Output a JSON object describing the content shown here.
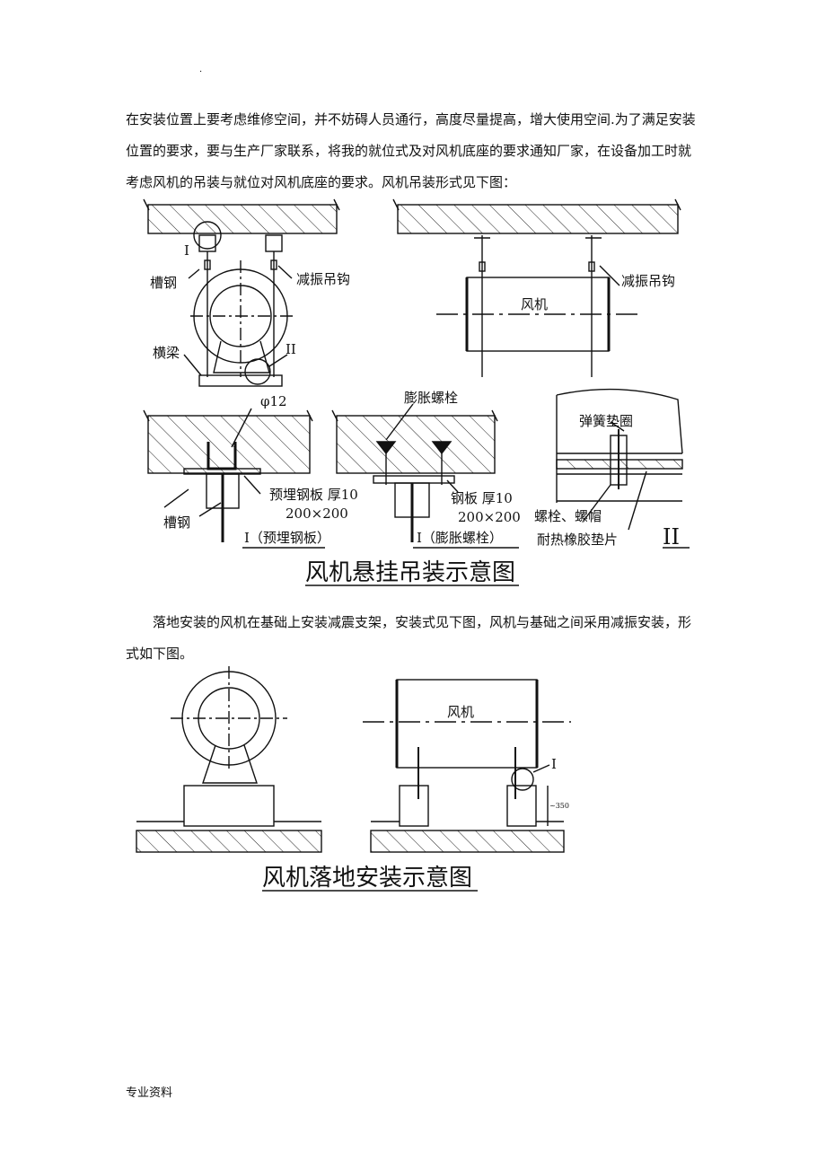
{
  "page": {
    "dot": ".",
    "paragraph1": "在安装位置上要考虑维修空间，并不妨碍人员通行，高度尽量提高，增大使用空间.为了满足安装位置的要求，要与生产厂家联系，将我的就位式及对风机底座的要求通知厂家，在设备加工时就考虑风机的吊装与就位对风机底座的要求。风机吊装形式见下图：",
    "paragraph2": "落地安装的风机在基础上安装减震支架，安装式见下图，风机与基础之间采用减振安装，形式如下图。",
    "footer": "专业资料"
  },
  "figure1": {
    "label_I": "I",
    "label_II": "II",
    "channel_steel": "槽钢",
    "vib_hook_left": "减振吊钩",
    "vib_hook_right": "减振吊钩",
    "cross_beam": "横梁",
    "fan": "风机",
    "phi12": "φ12",
    "expansion_bolt": "膨胀螺栓",
    "spring_washer": "弹簧垫圈",
    "embedded_plate": "预埋钢板  厚10",
    "size1": "200×200",
    "steel_plate": "钢板  厚10",
    "size2": "200×200",
    "channel_steel2": "槽钢",
    "detail_embed": "I（预埋钢板）",
    "detail_expansion": "I（膨胀螺栓）",
    "bolt_nut": "螺栓、螺帽",
    "rubber_pad": "耐热橡胶垫片",
    "detail_II": "II",
    "caption": "风机悬挂吊装示意图"
  },
  "figure2": {
    "fan": "风机",
    "label_I": "I",
    "dim": "~350",
    "caption": "风机落地安装示意图"
  }
}
